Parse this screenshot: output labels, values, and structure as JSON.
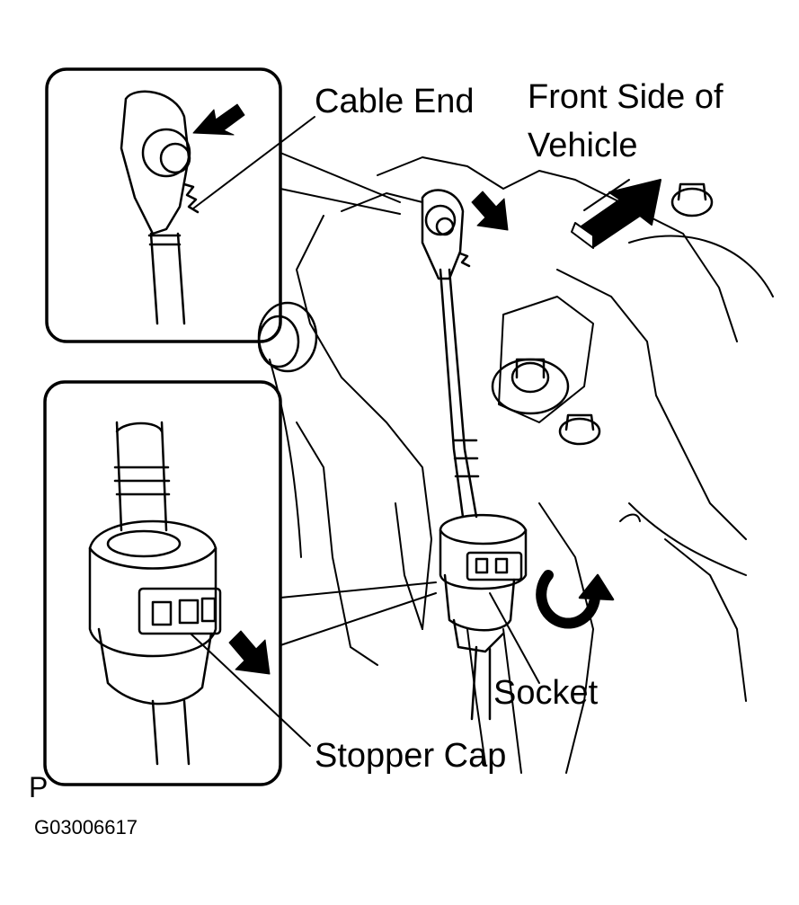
{
  "labels": {
    "cable_end": "Cable End",
    "front_side_line1": "Front Side of",
    "front_side_line2": "Vehicle",
    "socket": "Socket",
    "stopper_cap": "Stopper Cap",
    "view_letter": "P",
    "figure_id": "G03006617"
  },
  "colors": {
    "ink": "#000000",
    "paper": "#ffffff"
  }
}
